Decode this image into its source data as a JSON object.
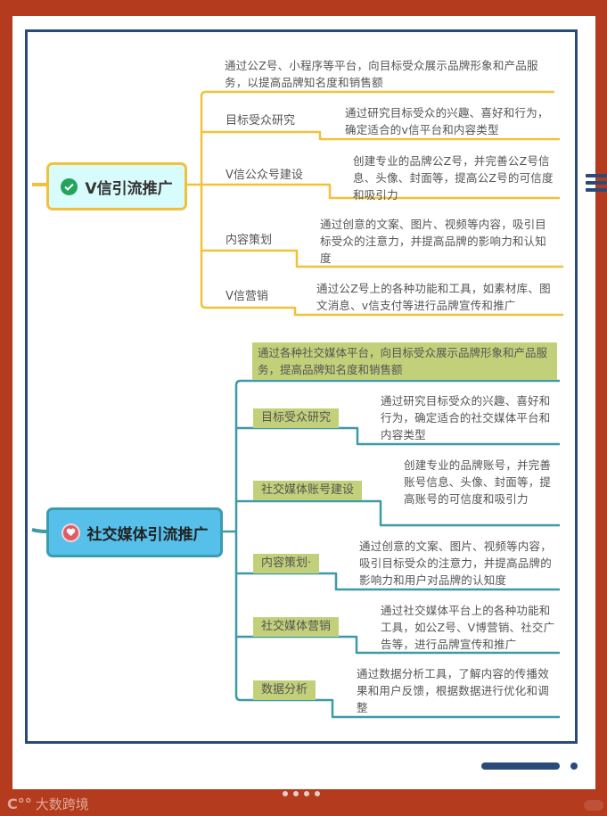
{
  "colors": {
    "background": "#b43b1d",
    "frame": "#2a4a7a",
    "wechat_line": "#f0c23a",
    "wechat_node_fill": "#d8fbfb",
    "social_line": "#3e9aa6",
    "social_node_fill": "#56c0ea",
    "social_label_fill": "#c3d07a"
  },
  "wechat": {
    "title": "V信引流推广",
    "icon": "check-circle-icon",
    "summary": "通过公Z号、小程序等平台，向目标受众展示品牌形象和产品服务，以提高品牌知名度和销售额",
    "branches": [
      {
        "label": "目标受众研究",
        "desc": "通过研究目标受众的兴趣、喜好和行为，确定适合的v信平台和内容类型"
      },
      {
        "label": "V信公众号建设",
        "desc": "创建专业的品牌公Z号，并完善公Z号信息、头像、封面等，提高公Z号的可信度和吸引力"
      },
      {
        "label": "内容策划",
        "desc": "通过创意的文案、图片、视频等内容，吸引目标受众的注意力，并提高品牌的影响力和认知度"
      },
      {
        "label": "V信营销",
        "desc": "通过公Z号上的各种功能和工具，如素材库、图文消息、v信支付等进行品牌宣传和推广"
      }
    ]
  },
  "social": {
    "title": "社交媒体引流推广",
    "icon": "heart-icon",
    "summary": "通过各种社交媒体平台，向目标受众展示品牌形象和产品服务，提高品牌知名度和销售额",
    "branches": [
      {
        "label": "目标受众研究",
        "desc": "通过研究目标受众的兴趣、喜好和行为，确定适合的社交媒体平台和内容类型"
      },
      {
        "label": "社交媒体账号建设",
        "desc": "创建专业的品牌账号，并完善账号信息、头像、封面等，提高账号的可信度和吸引力"
      },
      {
        "label": "内容策划·",
        "desc": "通过创意的文案、图片、视频等内容，吸引目标受众的注意力，并提高品牌的影响力和用户对品牌的认知度"
      },
      {
        "label": "社交媒体营销",
        "desc": "通过社交媒体平台上的各种功能和工具，如公Z号、V博营销、社交广告等，进行品牌宣传和推广"
      },
      {
        "label": "数据分析",
        "desc": "通过数据分析工具，了解内容的传播效果和用户反馈，根据数据进行优化和调整"
      }
    ]
  },
  "footer": {
    "watermark": "大数跨境",
    "page_dots": 4
  }
}
